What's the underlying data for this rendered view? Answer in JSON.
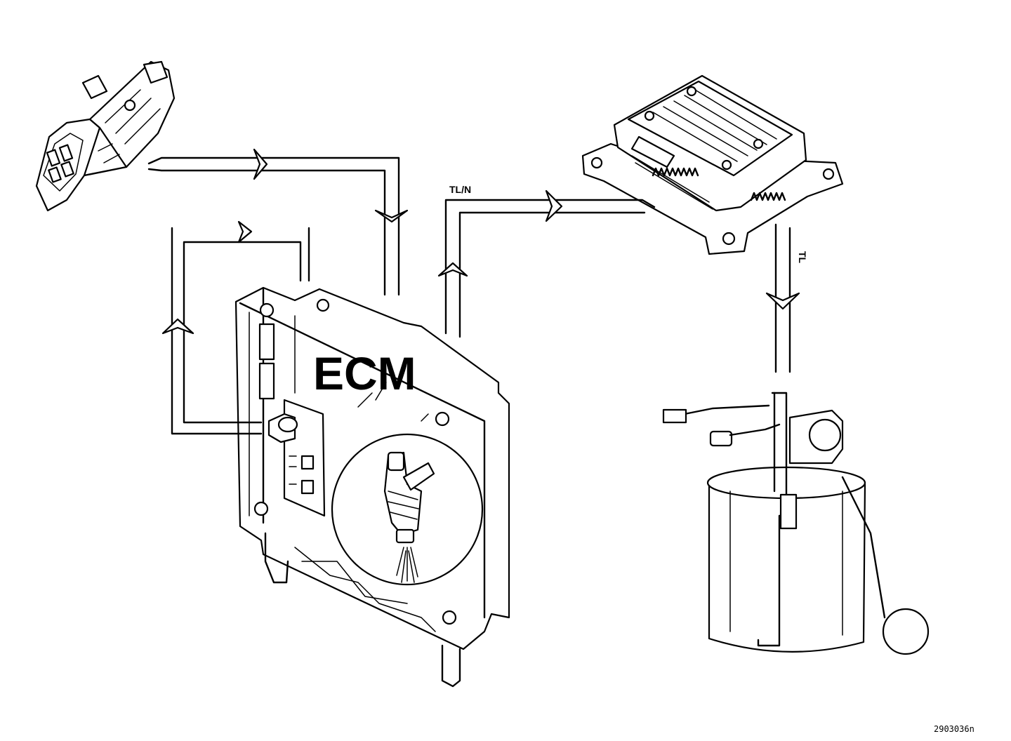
{
  "diagram": {
    "center_label": "ECM",
    "signal_label_top": "TL/N",
    "signal_label_right": "TL",
    "figure_code": "2903036n"
  },
  "components": [
    {
      "name": "sensor-connector",
      "icon": "sensor-icon"
    },
    {
      "name": "control-module",
      "icon": "control-unit-icon"
    },
    {
      "name": "engine-control-module",
      "icon": "ecm-icon"
    },
    {
      "name": "fuel-injector",
      "icon": "injector-icon"
    },
    {
      "name": "fuel-pump-unit",
      "icon": "fuel-pump-icon"
    }
  ],
  "colors": {
    "line": "#000000",
    "background": "#ffffff"
  }
}
